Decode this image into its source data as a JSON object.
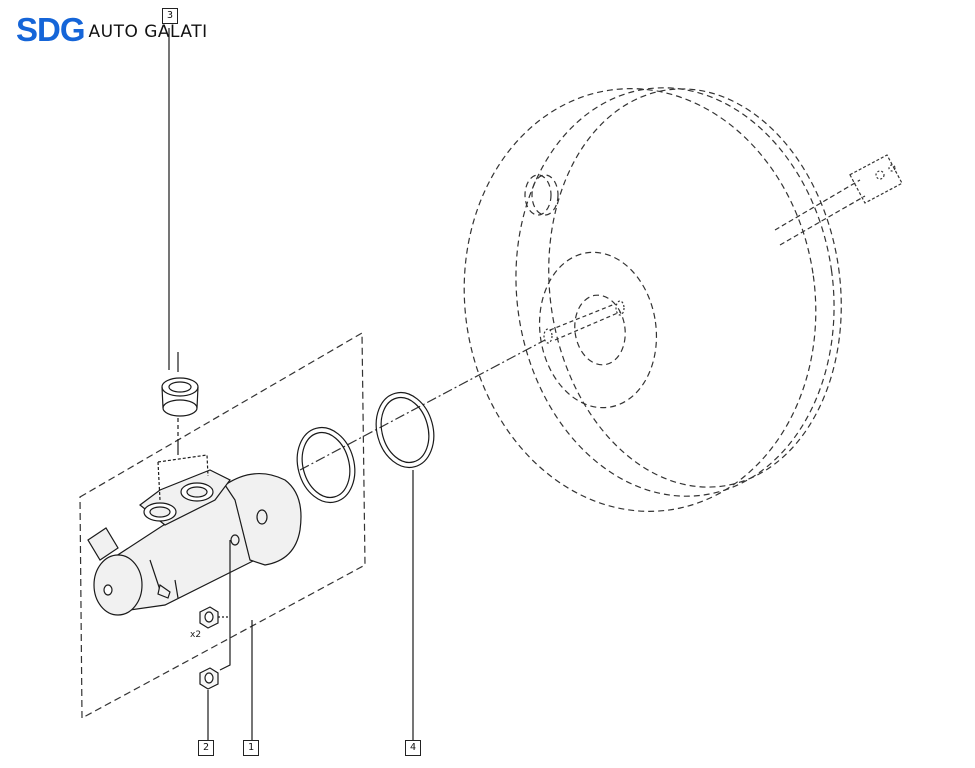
{
  "brand": {
    "logo_mark": "SDG",
    "name": "AUTO GALATI",
    "logo_color": "#1565d8"
  },
  "callouts": {
    "c1": "1",
    "c2": "2",
    "c3": "3",
    "c4": "4"
  },
  "quantity": "x2",
  "colors": {
    "line": "#1a1a1a",
    "dash": "#333333",
    "part_fill": "#f1f1f1"
  }
}
